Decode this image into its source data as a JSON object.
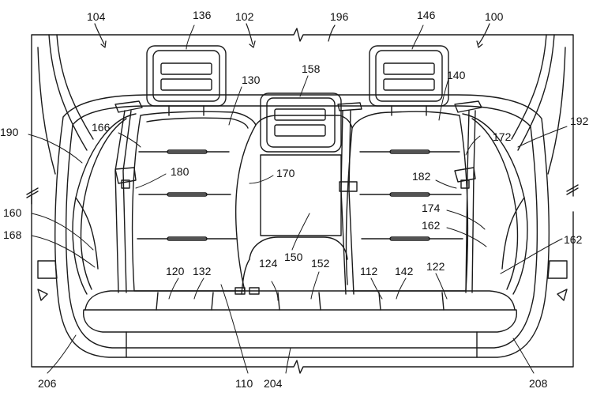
{
  "colors": {
    "line": "#1a1a1a",
    "background": "#ffffff"
  },
  "labels": {
    "ref_104": "104",
    "ref_136": "136",
    "ref_102": "102",
    "ref_196": "196",
    "ref_146": "146",
    "ref_100": "100",
    "ref_158": "158",
    "ref_130": "130",
    "ref_140": "140",
    "ref_190": "190",
    "ref_166": "166",
    "ref_192": "192",
    "ref_172": "172",
    "ref_180": "180",
    "ref_170": "170",
    "ref_182": "182",
    "ref_160": "160",
    "ref_174": "174",
    "ref_168": "168",
    "ref_162_center": "162",
    "ref_150": "150",
    "ref_162_right": "162",
    "ref_120": "120",
    "ref_132": "132",
    "ref_124": "124",
    "ref_152": "152",
    "ref_112": "112",
    "ref_142": "142",
    "ref_122": "122",
    "ref_206": "206",
    "ref_110": "110",
    "ref_204": "204",
    "ref_208": "208"
  }
}
